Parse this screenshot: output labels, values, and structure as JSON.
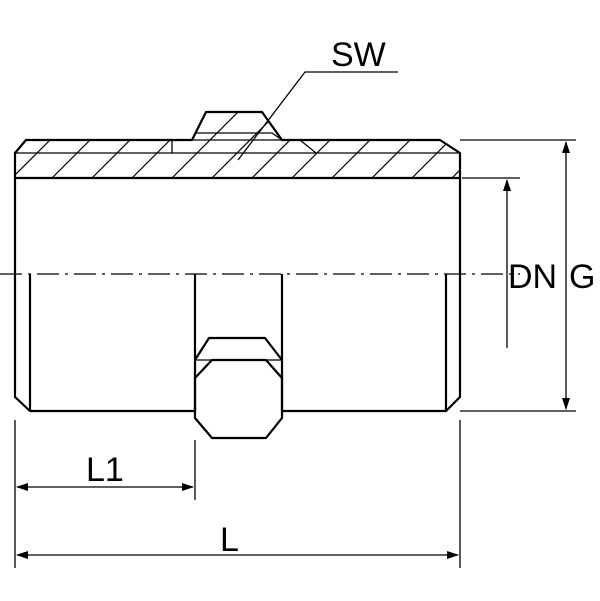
{
  "labels": {
    "sw": "SW",
    "dn": "DN",
    "g": "G",
    "l1": "L1",
    "l": "L"
  },
  "colors": {
    "line": "#000000",
    "background": "#ffffff"
  }
}
